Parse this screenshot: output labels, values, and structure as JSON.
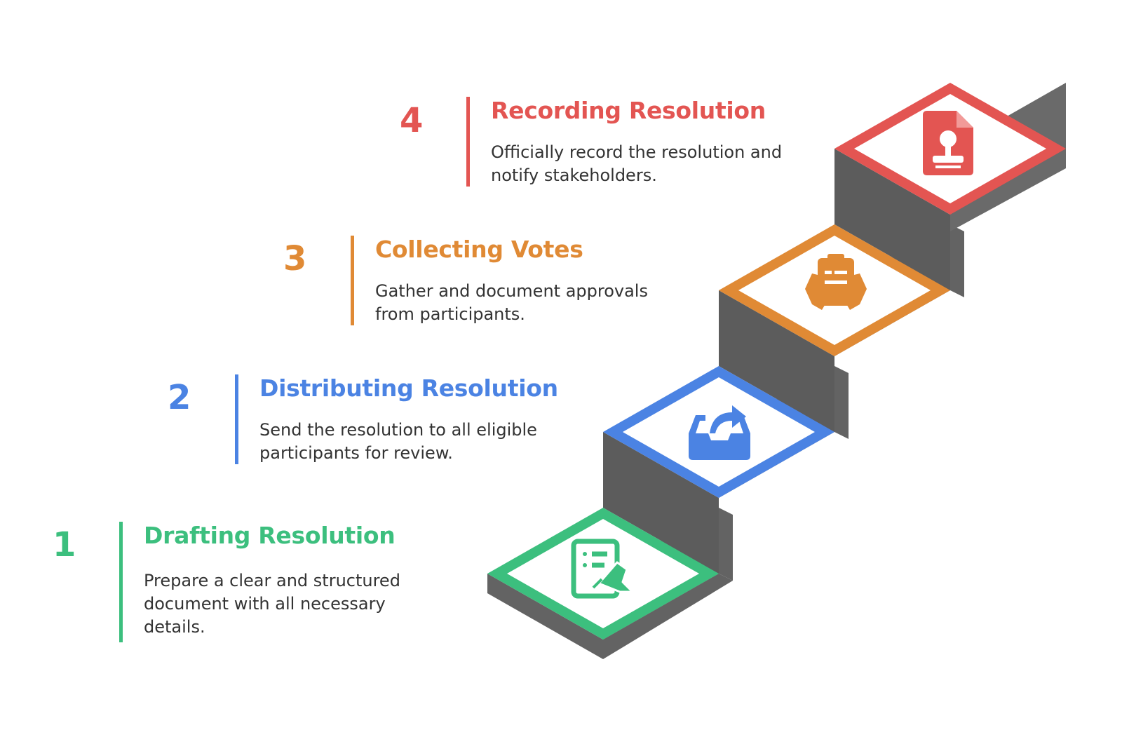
{
  "steps": [
    {
      "number": "1",
      "title": "Drafting Resolution",
      "description": "Prepare a clear and structured document with all necessary details.",
      "color": "#3cbf7e",
      "icon": "document-signing-icon"
    },
    {
      "number": "2",
      "title": "Distributing Resolution",
      "description": "Send the resolution to all eligible participants for review.",
      "color": "#4b83e3",
      "icon": "inbox-share-icon"
    },
    {
      "number": "3",
      "title": "Collecting Votes",
      "description": "Gather and document approvals from participants.",
      "color": "#e08a35",
      "icon": "hands-clipboard-icon"
    },
    {
      "number": "4",
      "title": "Recording Resolution",
      "description": "Officially record the resolution and notify stakeholders.",
      "color": "#e35552",
      "icon": "stamp-document-icon"
    }
  ],
  "stair_color": "#636363"
}
